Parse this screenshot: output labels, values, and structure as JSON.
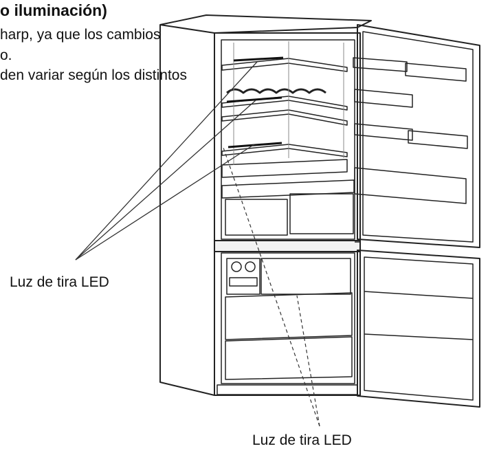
{
  "header": {
    "title_fragment": "o iluminación)",
    "line2": "harp, ya que los cambios",
    "line3": "o.",
    "line4": "den variar según los distintos"
  },
  "callouts": {
    "label_left": "Luz de tira LED",
    "label_bottom": "Luz de tira LED"
  }
}
